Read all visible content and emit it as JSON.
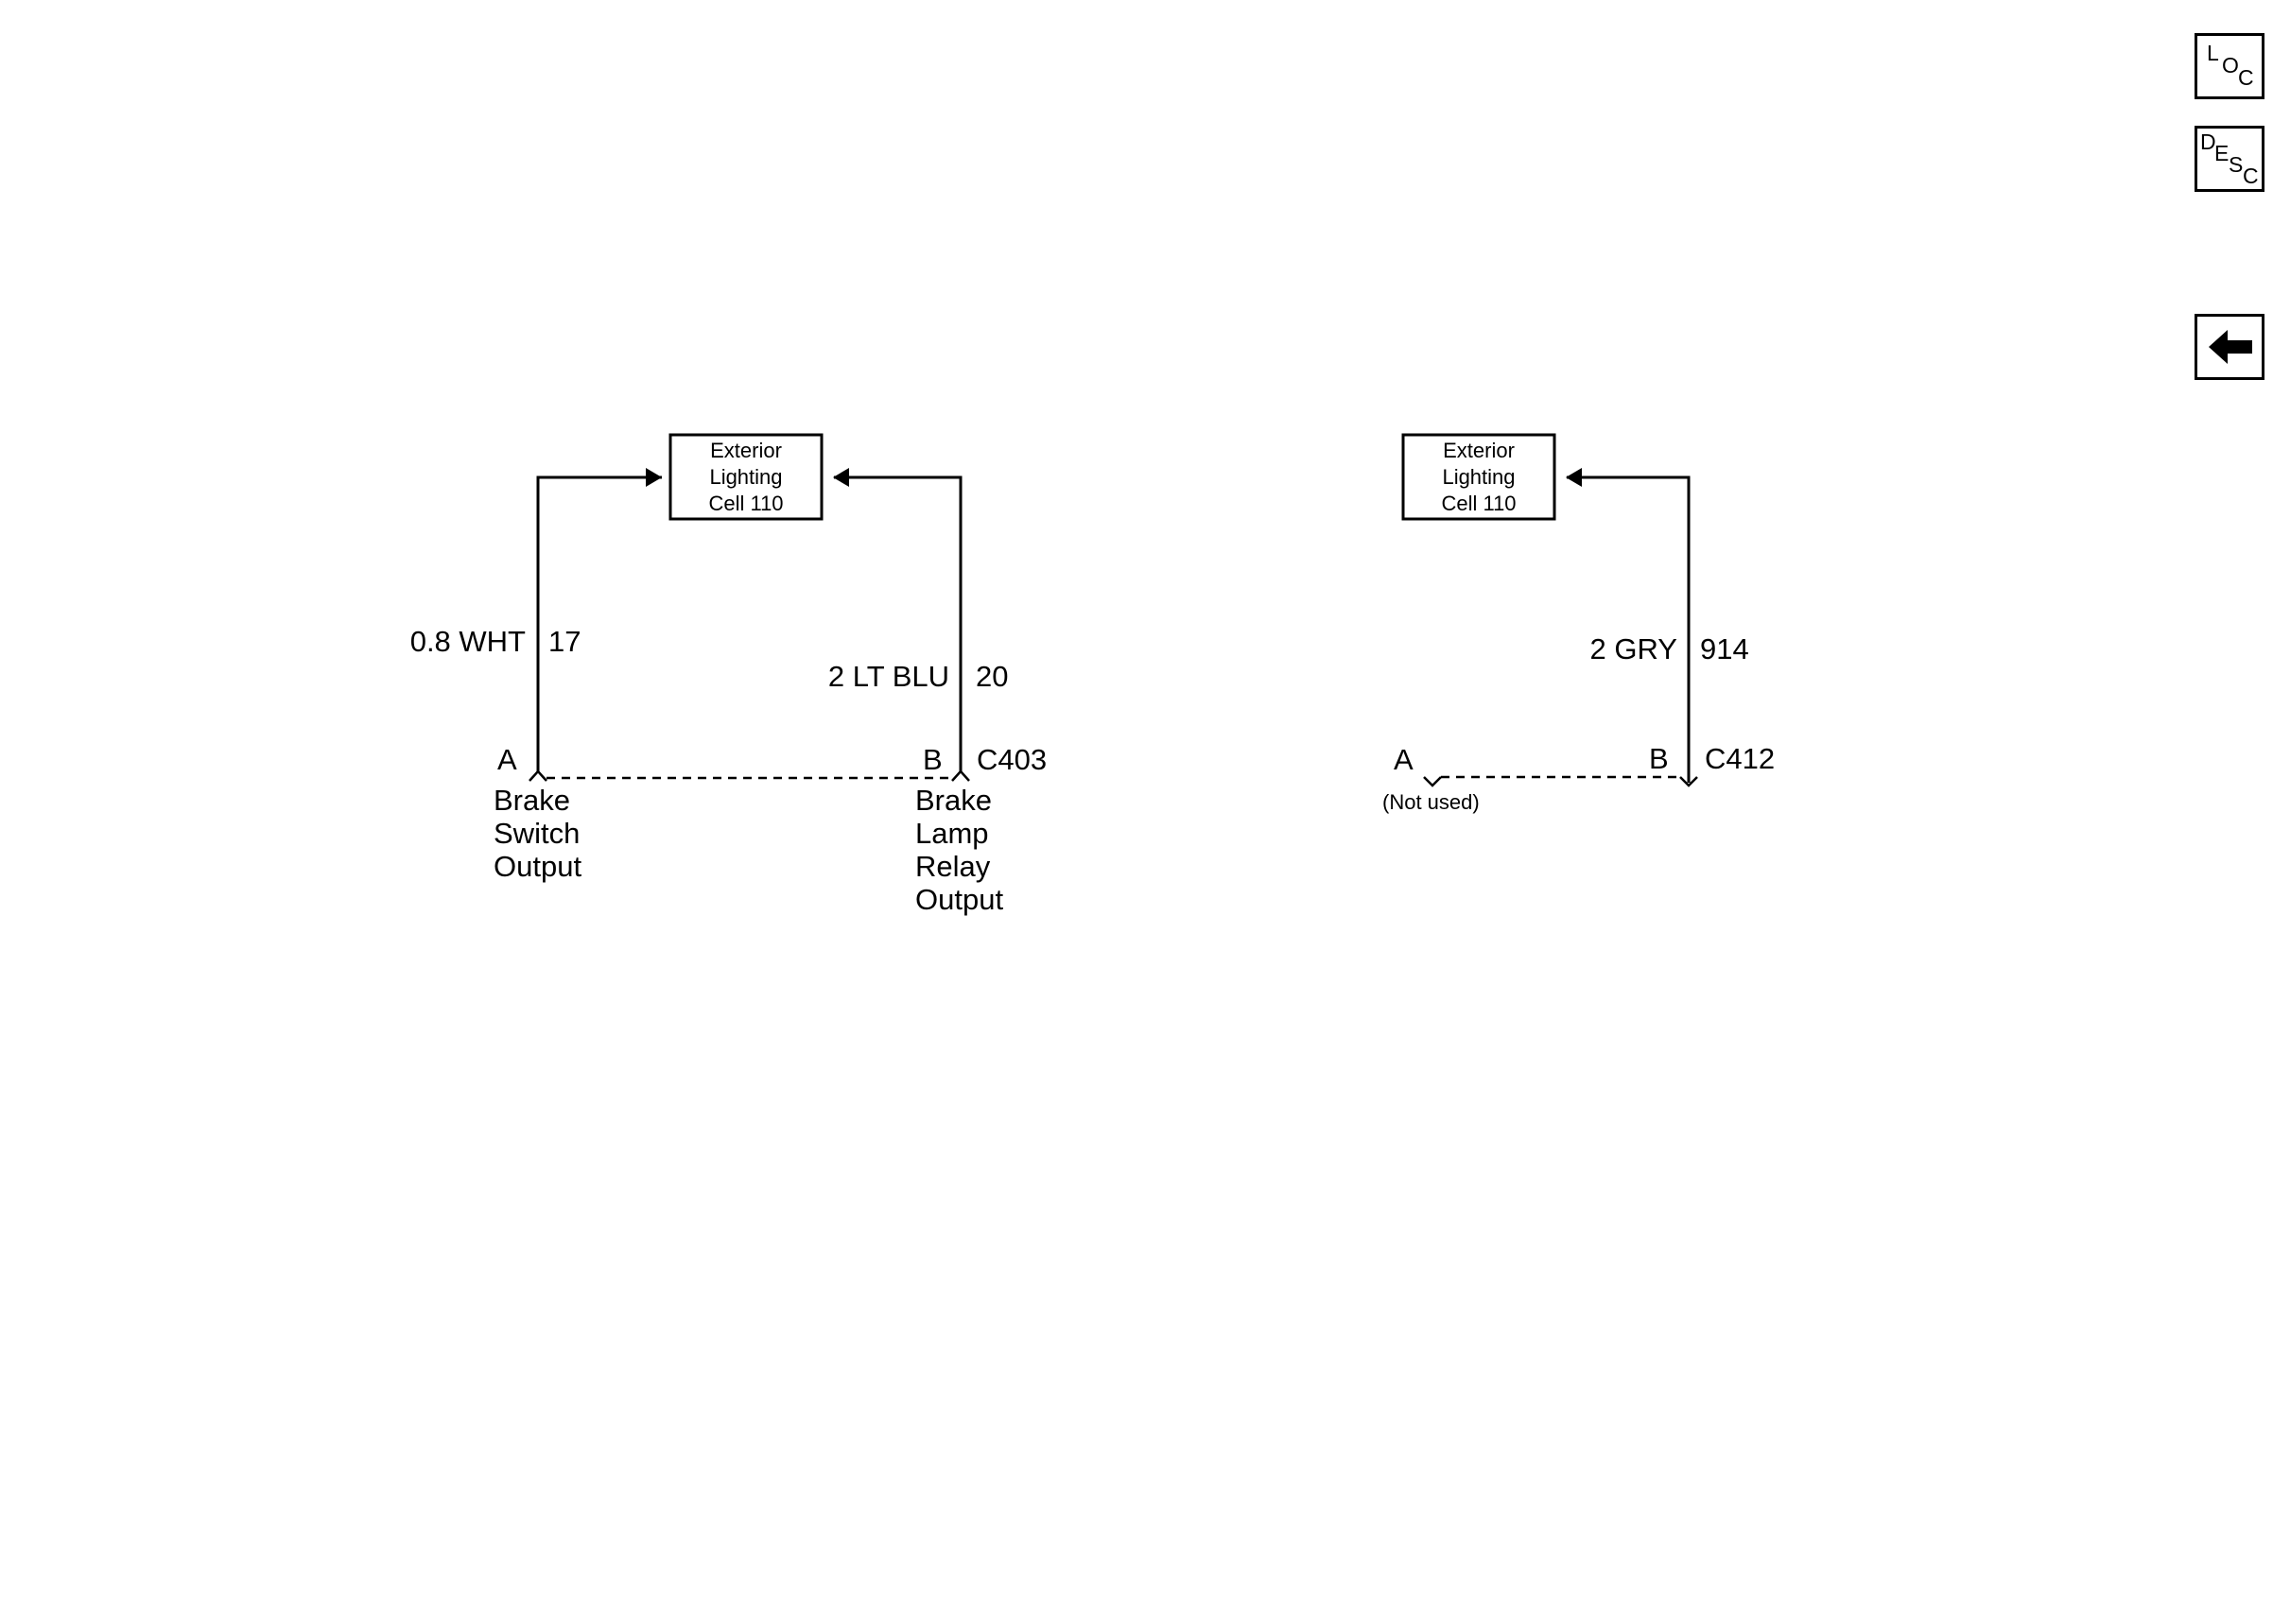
{
  "nav": {
    "loc": {
      "letters": [
        "L",
        "O",
        "C"
      ]
    },
    "desc": {
      "letters": [
        "D",
        "E",
        "S",
        "C"
      ]
    },
    "back": {
      "icon": "left-arrow-icon"
    }
  },
  "left_circuit": {
    "component": {
      "line1": "Exterior",
      "line2": "Lighting",
      "line3": "Cell 110"
    },
    "wire_a": {
      "size_color": "0.8 WHT",
      "circuit": "17"
    },
    "wire_b": {
      "size_color": "2 LT BLU",
      "circuit": "20"
    },
    "connector": {
      "name": "C403",
      "pin_a": {
        "letter": "A",
        "label": [
          "Brake",
          "Switch",
          "Output"
        ]
      },
      "pin_b": {
        "letter": "B",
        "label": [
          "Brake",
          "Lamp",
          "Relay",
          "Output"
        ]
      }
    }
  },
  "right_circuit": {
    "component": {
      "line1": "Exterior",
      "line2": "Lighting",
      "line3": "Cell 110"
    },
    "wire_b": {
      "size_color": "2 GRY",
      "circuit": "914"
    },
    "connector": {
      "name": "C412",
      "pin_a": {
        "letter": "A",
        "note": "(Not used)"
      },
      "pin_b": {
        "letter": "B"
      }
    }
  }
}
